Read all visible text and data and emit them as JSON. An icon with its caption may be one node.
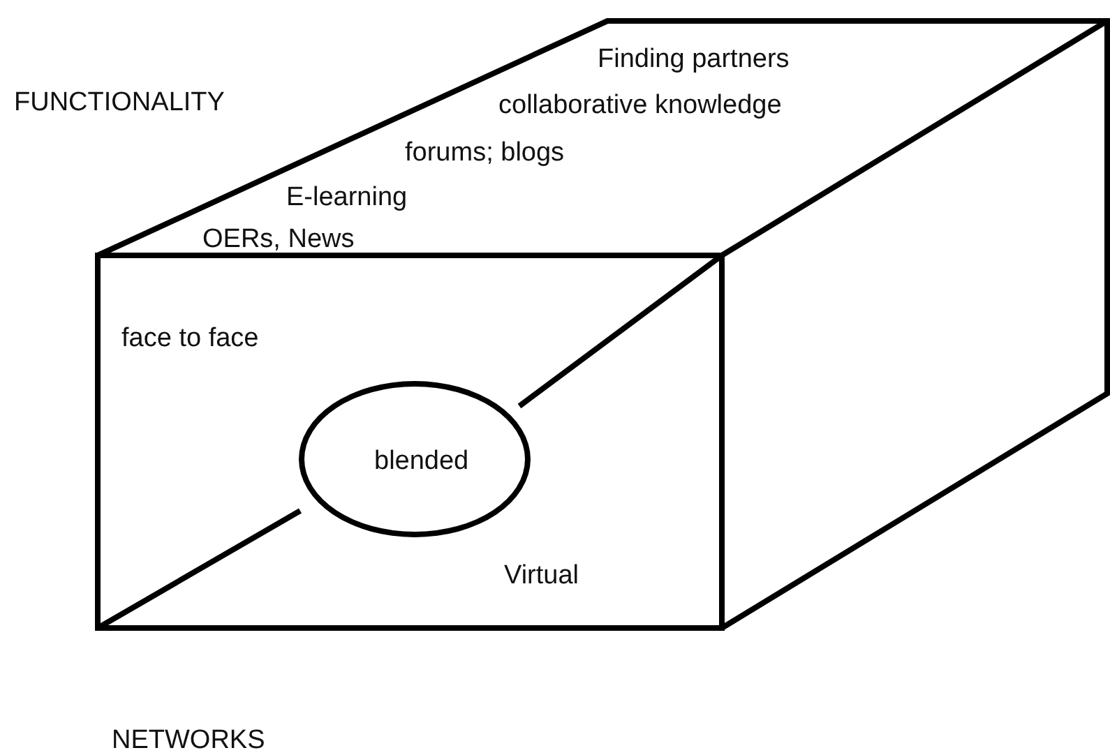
{
  "diagram": {
    "nodes": [
      {
        "text": [
          "Finding partners",
          "collaborative knowledge",
          "forums; blogs",
          "E-learning",
          "OERs, News"
        ]
      },
      {
        "text": [
          "face to face",
          "Virtual"
        ]
      },
      {
        "text": [
          "blended"
        ],
        "in": 1
      }
    ],
    "labels": [
      "FUNCTIONALITY",
      "NETWORKS"
    ]
  }
}
